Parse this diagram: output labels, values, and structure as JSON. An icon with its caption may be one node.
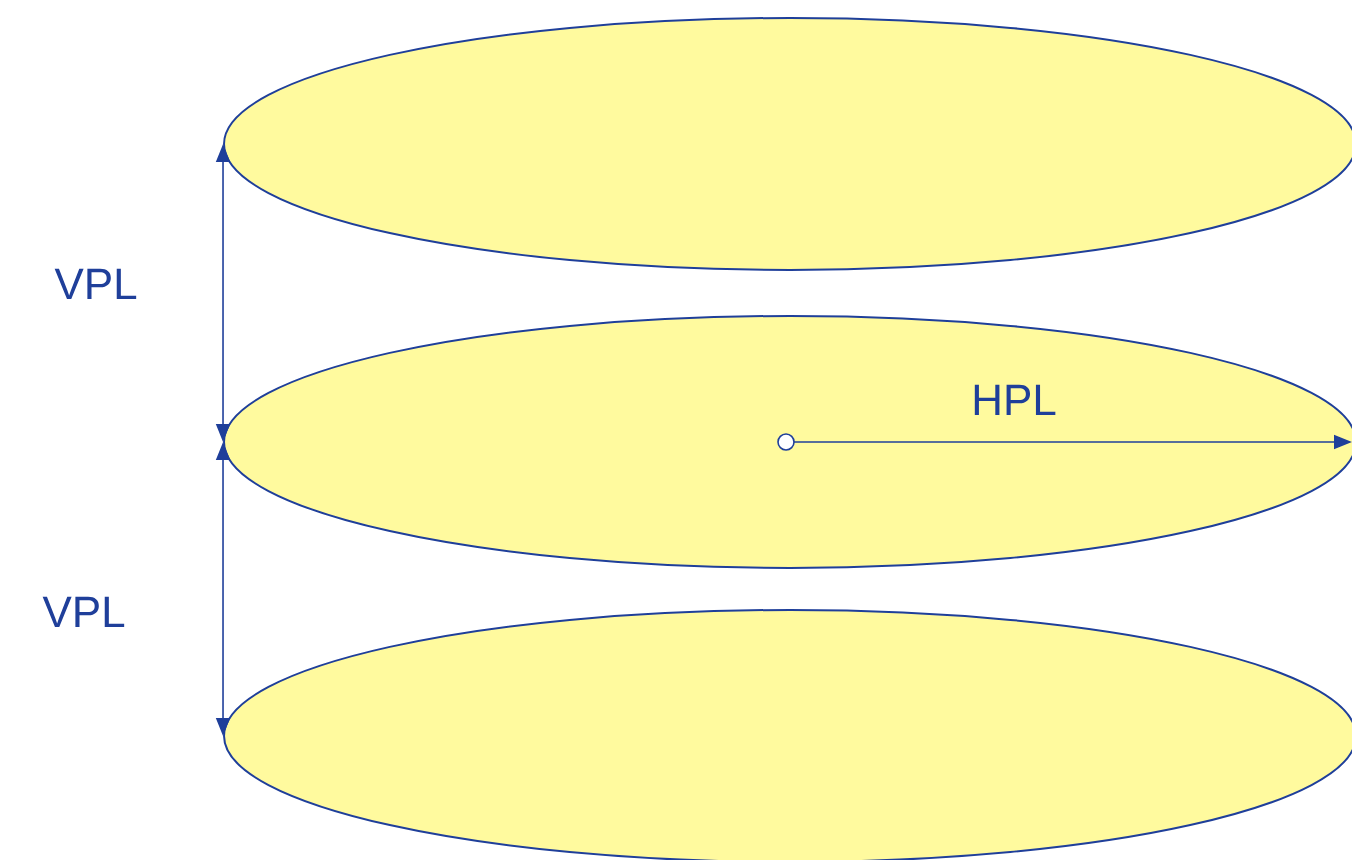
{
  "diagram": {
    "nodes": [
      {
        "text": [],
        "shape": "ellipse"
      },
      {
        "text": [],
        "shape": "ellipse"
      },
      {
        "text": [],
        "shape": "ellipse"
      }
    ],
    "edges": [
      {
        "from": 0,
        "to": 1,
        "arrow": "both",
        "label": "VPL"
      },
      {
        "from": 1,
        "to": 2,
        "arrow": "both",
        "label": "VPL"
      }
    ],
    "labels": [
      "HPL"
    ]
  }
}
